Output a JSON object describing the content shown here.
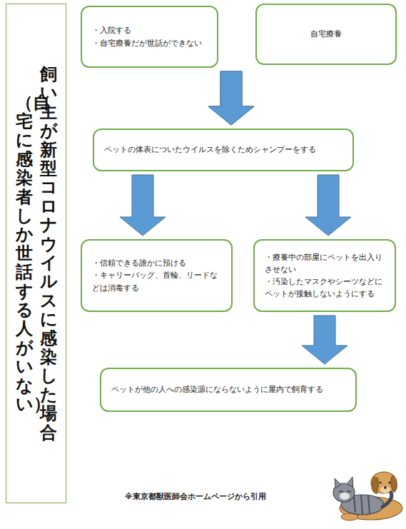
{
  "diagram": {
    "nodes": [
      {
        "text": [
          "飼い主が新型コロナウイルスに感染した場合",
          "（自宅に感染者しか世話する人がいない）"
        ]
      },
      {
        "text": [
          "・入院する",
          "・自宅療養だが世話ができない"
        ]
      },
      {
        "text": [
          "自宅療養"
        ]
      },
      {
        "text": [
          "ペットの体表についたウイルスを除くためシャンプーをする"
        ]
      },
      {
        "text": [
          "・信頼できる誰かに預ける",
          "・キャリーバッグ、首輪、リードなどは消毒する"
        ]
      },
      {
        "text": [
          "・療養中の部屋にペットを出入りさせない",
          "・汚染したマスクやシーツなどにペットが接触しないようにする"
        ]
      },
      {
        "text": [
          "ペットが他の人への感染源にならないように屋内で飼育する"
        ]
      }
    ],
    "edges": [
      {
        "from": 1,
        "to": 3,
        "arrow": "to"
      },
      {
        "from": 2,
        "to": 3,
        "arrow": "to"
      },
      {
        "from": 3,
        "to": 4,
        "arrow": "to"
      },
      {
        "from": 3,
        "to": 5,
        "arrow": "to"
      },
      {
        "from": 5,
        "to": 6,
        "arrow": "to"
      }
    ],
    "labels": [
      "※東京都獣医師会ホームページから引用"
    ]
  }
}
